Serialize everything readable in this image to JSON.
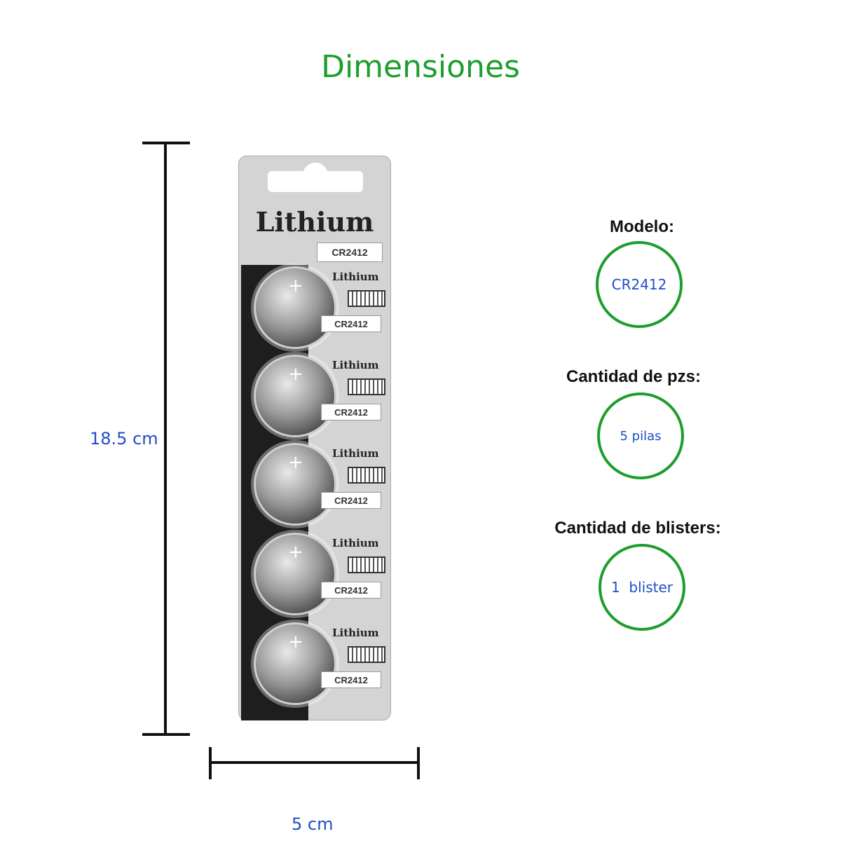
{
  "title": "Dimensiones",
  "dimensions": {
    "height_label": "18.5 cm",
    "width_label": "5 cm"
  },
  "product": {
    "card_brand": "Lithium",
    "card_model": "CR2412",
    "cells": [
      {
        "lith": "Lithium",
        "model": "CR2412"
      },
      {
        "lith": "Lithium",
        "model": "CR2412"
      },
      {
        "lith": "Lithium",
        "model": "CR2412"
      },
      {
        "lith": "Lithium",
        "model": "CR2412"
      },
      {
        "lith": "Lithium",
        "model": "CR2412"
      }
    ]
  },
  "specs": [
    {
      "heading": "Modelo:",
      "value": "CR2412"
    },
    {
      "heading": "Cantidad de pzs:",
      "value": "5 pilas"
    },
    {
      "heading": "Cantidad de blisters:",
      "value": "1  blister"
    }
  ],
  "colors": {
    "accent_green": "#1e9e2e",
    "value_blue": "#1f4ec7"
  }
}
